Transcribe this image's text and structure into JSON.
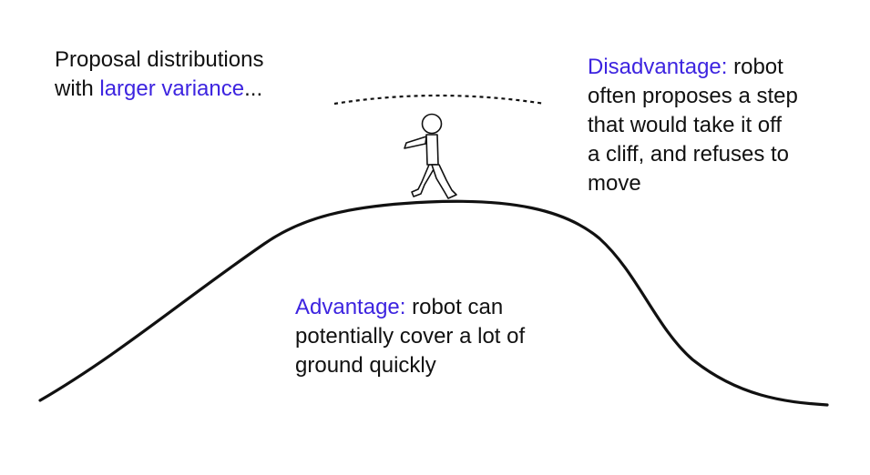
{
  "colors": {
    "accent": "#3d24e0",
    "text": "#111111",
    "stroke": "#111111"
  },
  "intro": {
    "line1": "Proposal distributions",
    "line2_prefix": "with ",
    "line2_highlight": "larger variance",
    "line2_suffix": "..."
  },
  "disadvantage": {
    "label": "Disadvantage:",
    "line1_rest": " robot",
    "line2": "often proposes a step",
    "line3": "that would take it off",
    "line4": "a cliff, and refuses to",
    "line5": "move"
  },
  "advantage": {
    "label": "Advantage:",
    "line1_rest": " robot can",
    "line2": "potentially cover a lot of",
    "line3": "ground quickly"
  },
  "icons": {
    "walker": "walking-robot-icon"
  }
}
